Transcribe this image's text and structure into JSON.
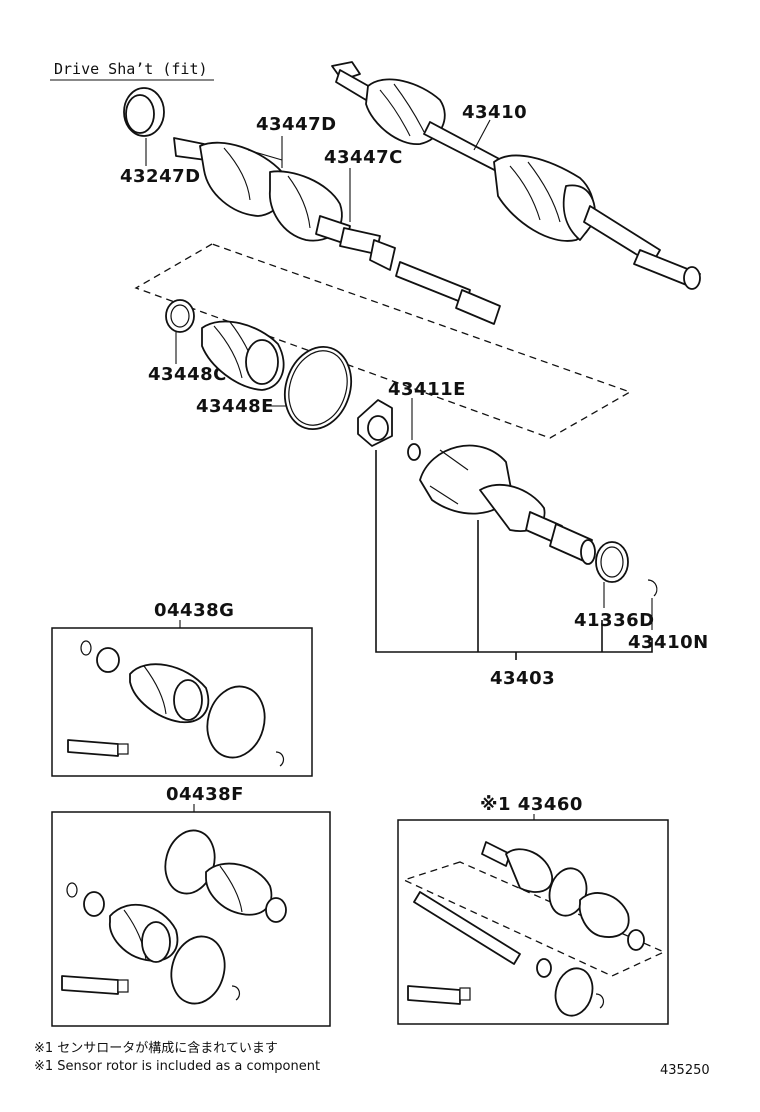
{
  "title": "Drive Sha’t (fit)",
  "parts": {
    "p43247D": "43247D",
    "p43447D": "43447D",
    "p43447C": "43447C",
    "p43410": "43410",
    "p43448C": "43448C",
    "p43448E": "43448E",
    "p43411E": "43411E",
    "p41336D": "41336D",
    "p43410N": "43410N",
    "p43403": "43403",
    "p04438G": "04438G",
    "p04438F": "04438F",
    "p43460": "※1 43460"
  },
  "notes": {
    "note_jp": "※1 センサロータが構成に含まれています",
    "note_en": "※1 Sensor rotor is included as a component"
  },
  "diagram_code": "435250"
}
